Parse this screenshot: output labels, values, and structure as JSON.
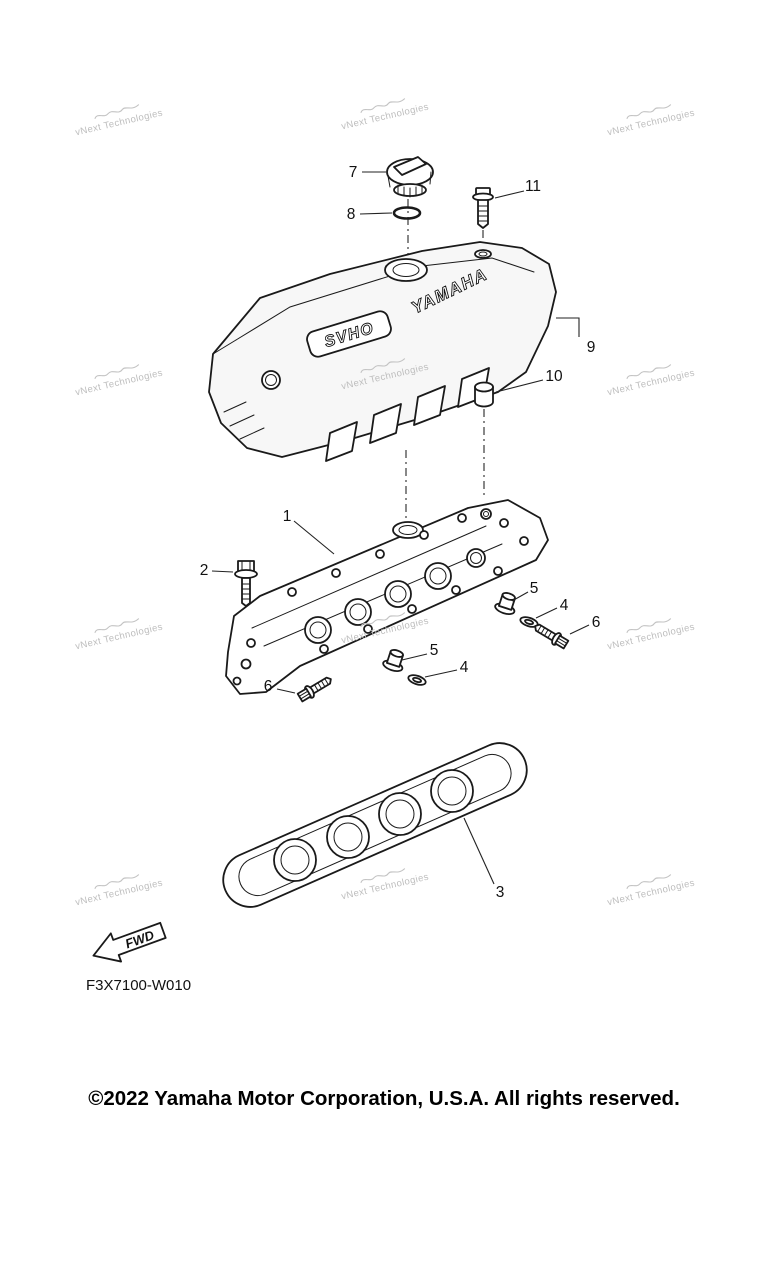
{
  "page": {
    "watermark": "vNext Technologies",
    "fwd_label": "FWD",
    "part_code": "F3X7100-W010",
    "copyright": "©2022 Yamaha Motor Corporation, U.S.A. All rights reserved."
  },
  "diagram": {
    "cover_brand": "YAMAHA",
    "cover_badge": "SVHO",
    "callouts": [
      {
        "n": "7"
      },
      {
        "n": "8"
      },
      {
        "n": "11"
      },
      {
        "n": "9"
      },
      {
        "n": "10"
      },
      {
        "n": "1"
      },
      {
        "n": "2"
      },
      {
        "n": "5"
      },
      {
        "n": "4"
      },
      {
        "n": "6"
      },
      {
        "n": "5"
      },
      {
        "n": "4"
      },
      {
        "n": "6"
      },
      {
        "n": "3"
      }
    ]
  }
}
